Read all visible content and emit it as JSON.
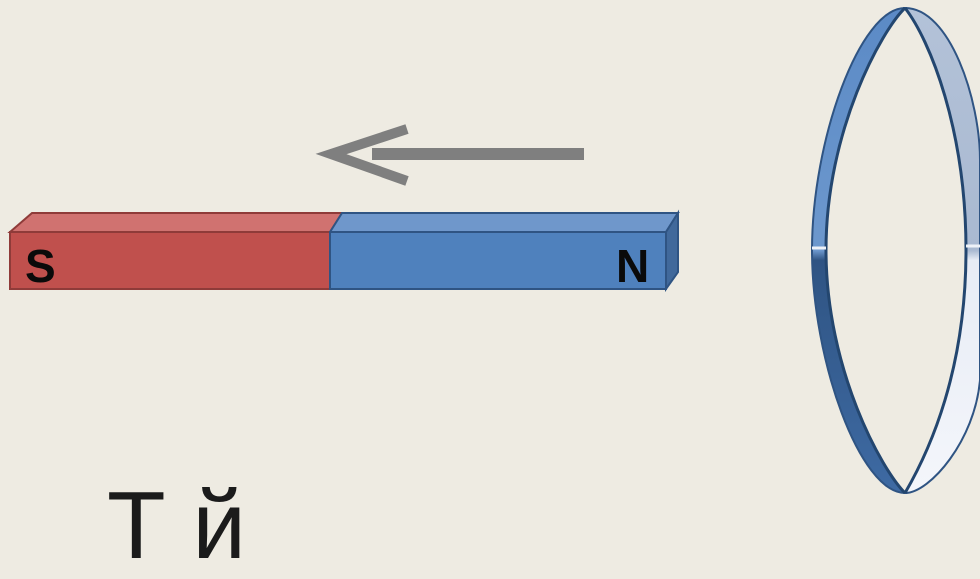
{
  "magnet": {
    "left_pole": "S",
    "right_pole": "N"
  },
  "motion": {
    "direction": "left"
  },
  "caption": {
    "text": "Т          й"
  },
  "colors": {
    "background": "#eeebe2",
    "south_pole": "#c0504d",
    "north_pole": "#4f81bd",
    "arrow": "#7f7f7f",
    "ring": "#4a78b5",
    "ring_outline": "#2f5483"
  },
  "icons": {
    "motion_arrow": "left-arrow",
    "conductor": "ring"
  }
}
